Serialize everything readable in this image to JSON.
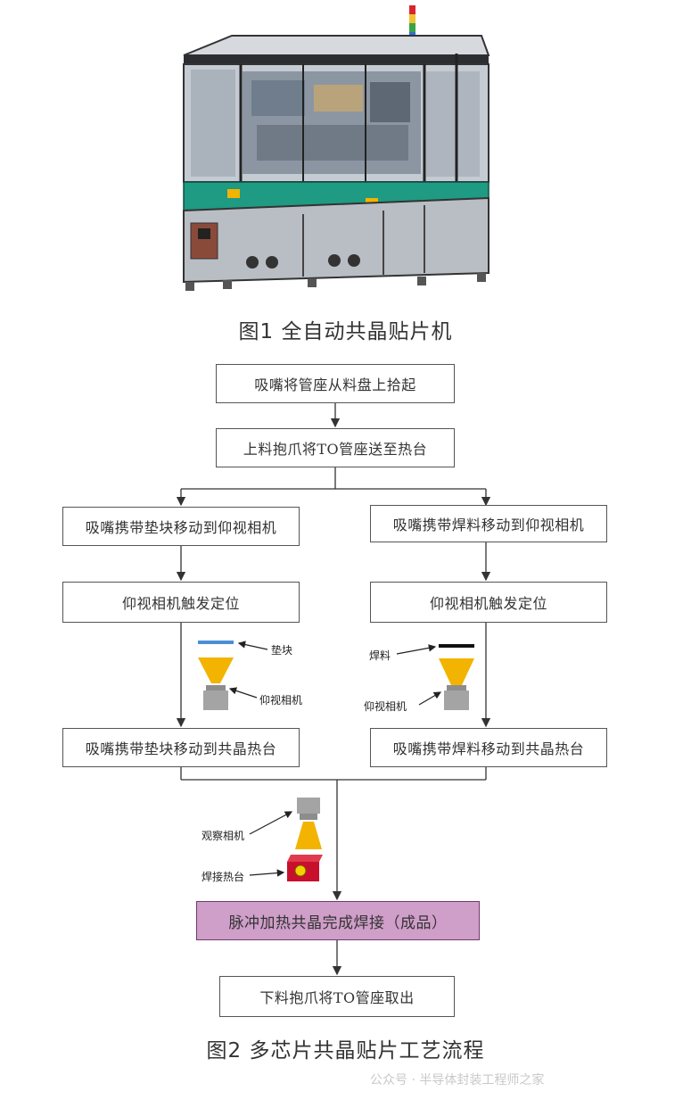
{
  "figure1": {
    "caption": "图1  全自动共晶贴片机"
  },
  "figure2": {
    "caption": "图2  多芯片共晶贴片工艺流程",
    "steps": {
      "pick": "吸嘴将管座从料盘上拾起",
      "feed": "上料抱爪将TO管座送至热台",
      "left_move": "吸嘴携带垫块移动到仰视相机",
      "right_move": "吸嘴携带焊料移动到仰视相机",
      "left_locate": "仰视相机触发定位",
      "right_locate": "仰视相机触发定位",
      "left_heat": "吸嘴携带垫块移动到共晶热台",
      "right_heat": "吸嘴携带焊料移动到共晶热台",
      "weld": "脉冲加热共晶完成焊接（成品）",
      "unload": "下料抱爪将TO管座取出"
    },
    "labels": {
      "pad": "垫块",
      "left_camera": "仰视相机",
      "solder": "焊料",
      "right_camera": "仰视相机",
      "observe_camera": "观察相机",
      "weld_stage": "焊接热台"
    }
  },
  "watermark": "公众号 · 半导体封装工程师之家",
  "colors": {
    "machine_band": "#1f9a83",
    "cone": "#f2b400",
    "pad": "#4a8fd6",
    "solder": "#111111",
    "weld_box": "#cf9ec9",
    "stage": "#c8102e"
  }
}
